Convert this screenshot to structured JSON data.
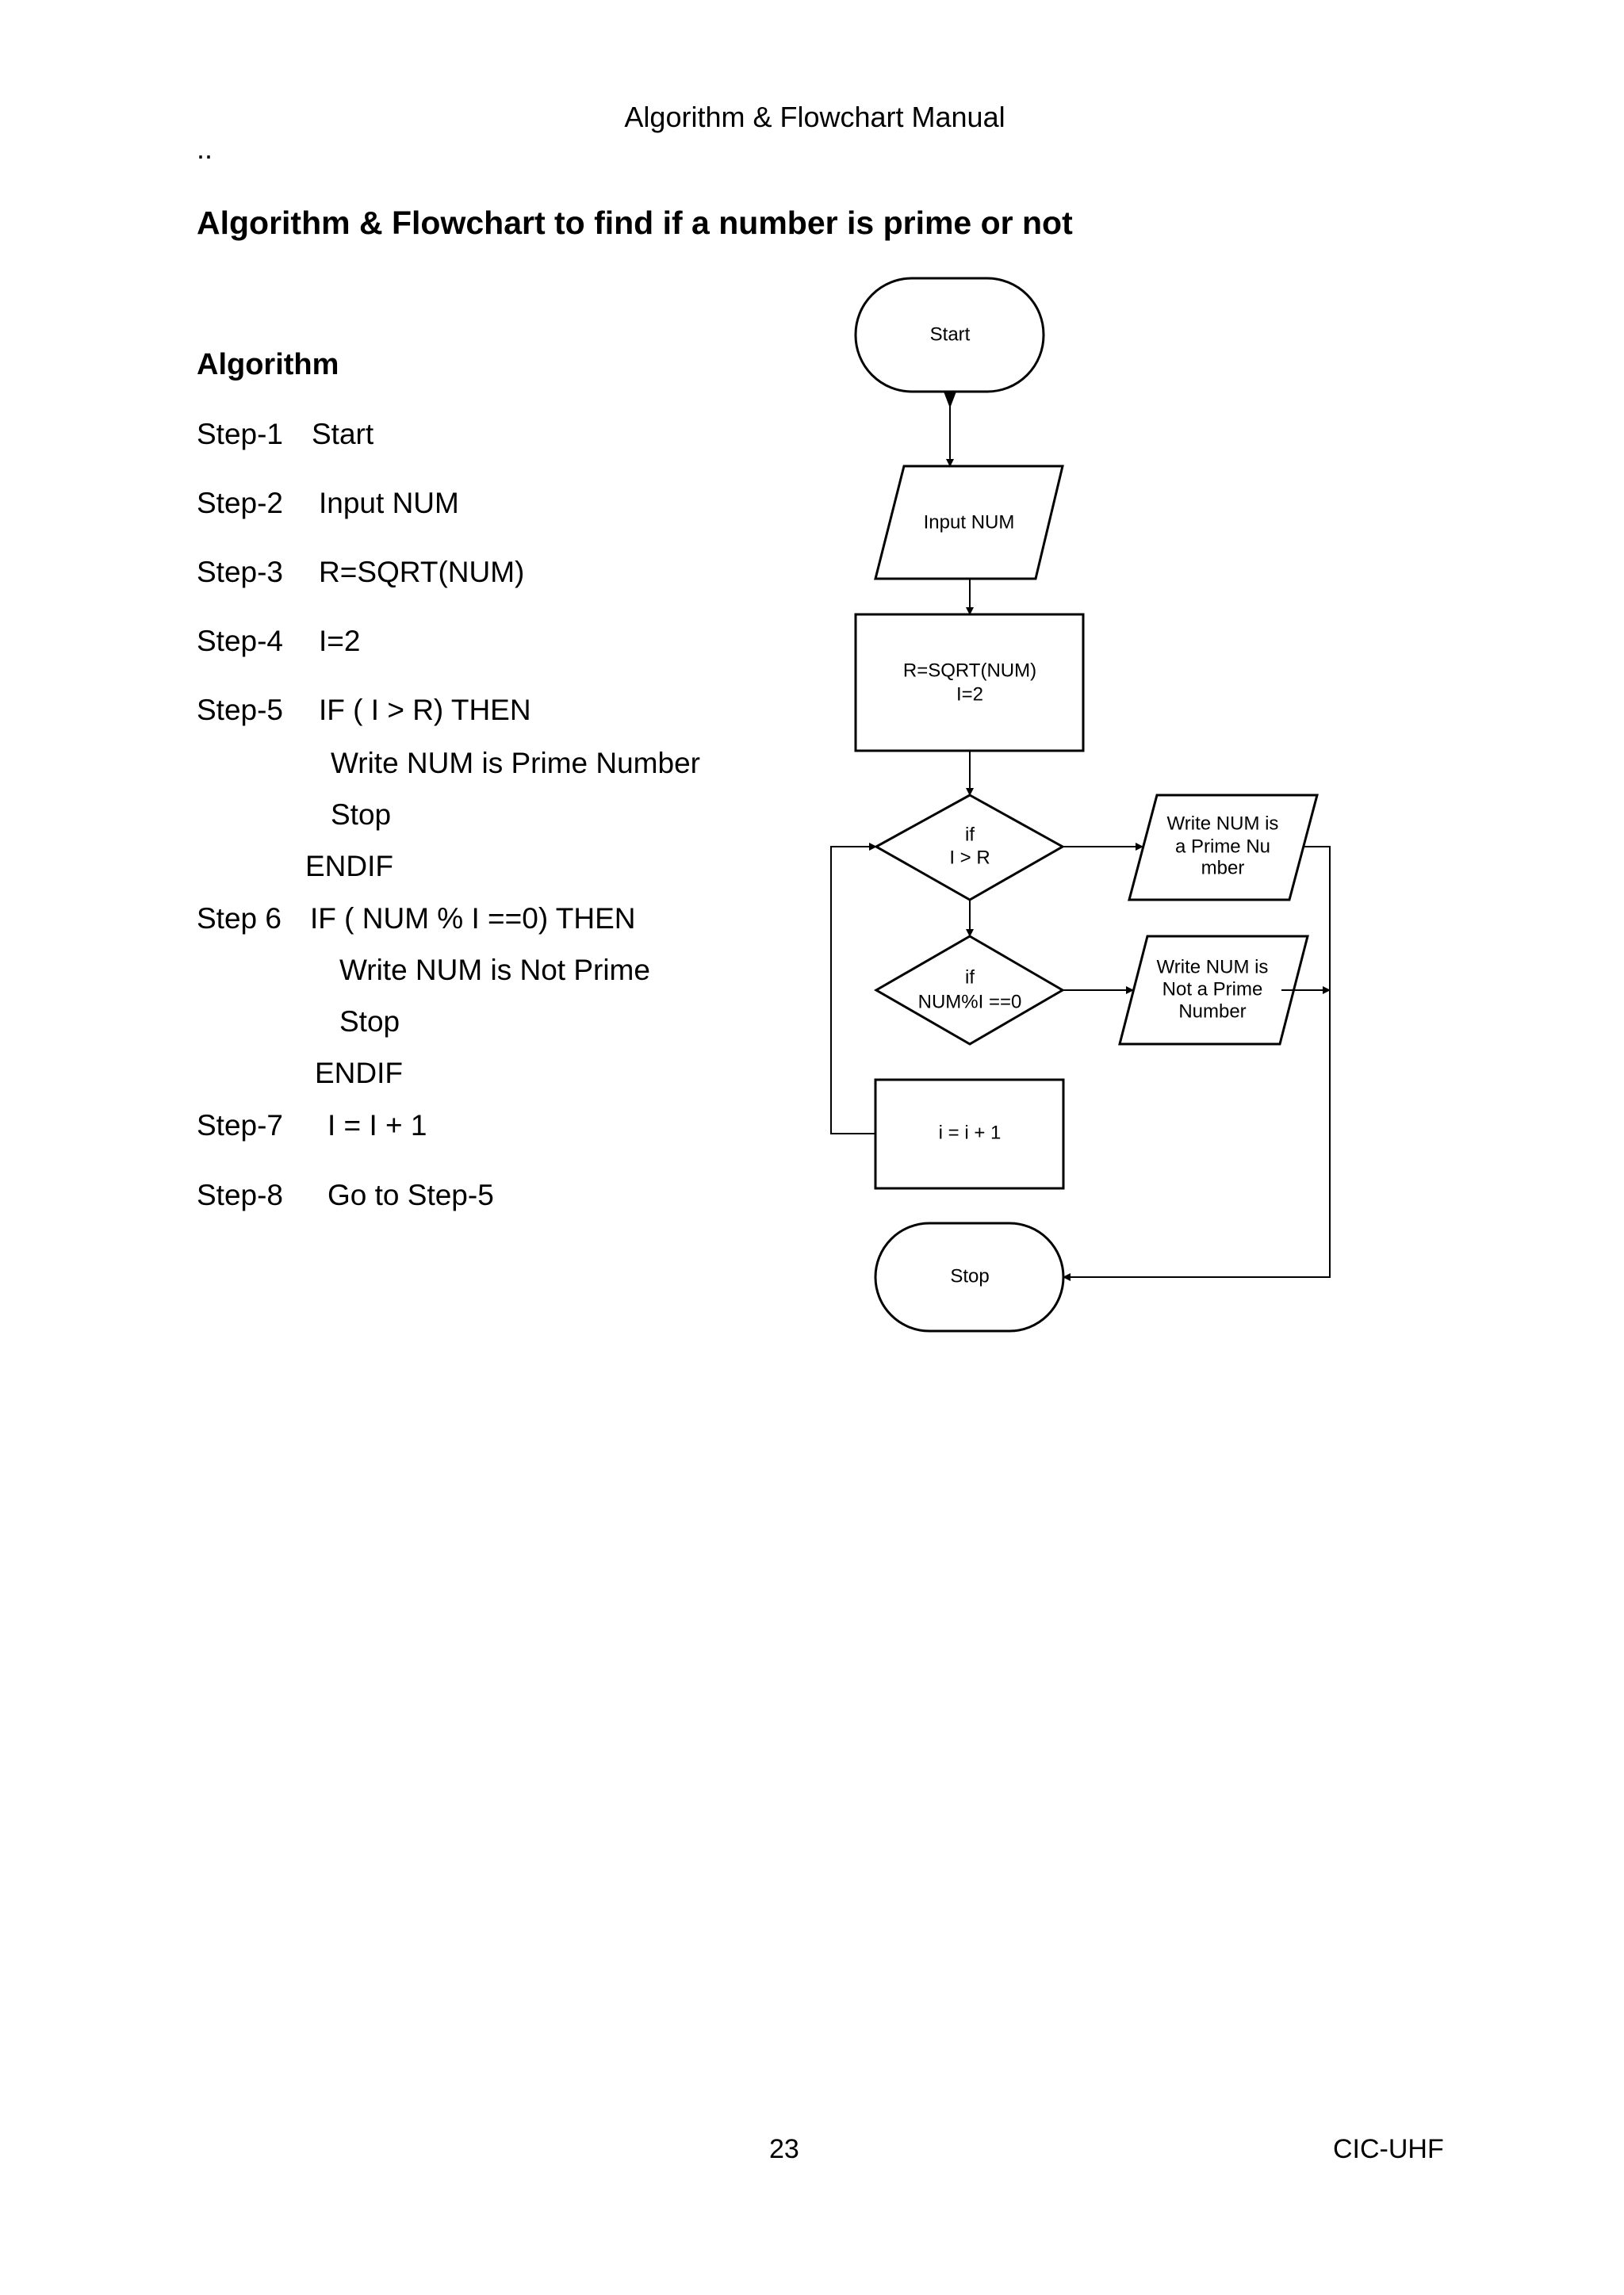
{
  "header": "Algorithm & Flowchart Manual",
  "dots": "..",
  "title": "Algorithm & Flowchart to find if a number is prime or not",
  "algorithm_heading": "Algorithm",
  "steps": [
    {
      "label": "Step-1",
      "text": "Start"
    },
    {
      "label": "Step-2",
      "text": "Input NUM"
    },
    {
      "label": "Step-3",
      "text": "R=SQRT(NUM)"
    },
    {
      "label": "Step-4",
      "text": "I=2"
    },
    {
      "label": "Step-5",
      "text": "IF ( I > R) THEN",
      "body": [
        "Write NUM is Prime Number",
        "Stop"
      ],
      "end": "ENDIF"
    },
    {
      "label": "Step 6",
      "text": "IF ( NUM % I ==0) THEN",
      "body": [
        "Write NUM is Not Prime",
        "Stop"
      ],
      "end": "ENDIF"
    },
    {
      "label": "Step-7",
      "text": "I = I + 1"
    },
    {
      "label": "Step-8",
      "text": "Go to Step-5"
    }
  ],
  "flowchart": {
    "start": "Start",
    "input": "Input NUM",
    "init": [
      "R=SQRT(NUM)",
      "I=2"
    ],
    "decision1": [
      "if",
      "I > R"
    ],
    "output_prime": [
      "Write NUM is",
      "a Prime Nu",
      "mber"
    ],
    "decision2": [
      "if",
      "NUM%I ==0"
    ],
    "output_not_prime": [
      "Write NUM is",
      "Not a Prime",
      "Number"
    ],
    "increment": "i = i + 1",
    "stop": "Stop"
  },
  "footer": {
    "page_number": "23",
    "org": "CIC-UHF"
  }
}
